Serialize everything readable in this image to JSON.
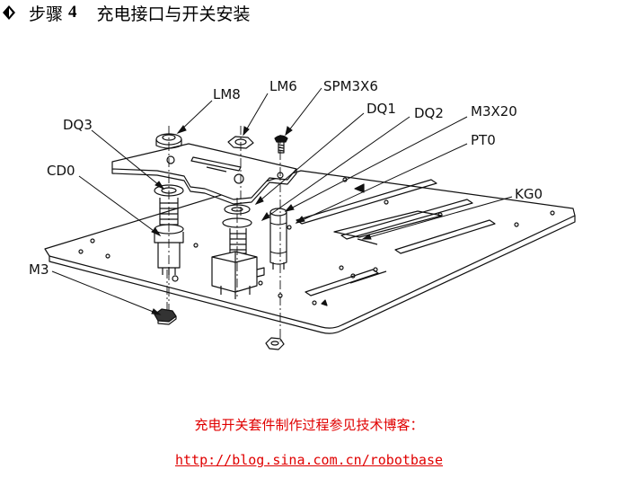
{
  "heading": {
    "step_label": "步骤",
    "step_number": "4",
    "title": "充电接口与开关安装"
  },
  "labels": {
    "lm8": "LM8",
    "lm6": "LM6",
    "spm3x6": "SPM3X6",
    "dq1": "DQ1",
    "dq2": "DQ2",
    "m3x20": "M3X20",
    "pt0": "PT0",
    "dq3": "DQ3",
    "cd0": "CD0",
    "kg0": "KG0",
    "m3": "M3"
  },
  "caption": {
    "line1": "充电开关套件制作过程参见技术博客：",
    "line2": "http://blog.sina.com.cn/robotbase"
  }
}
